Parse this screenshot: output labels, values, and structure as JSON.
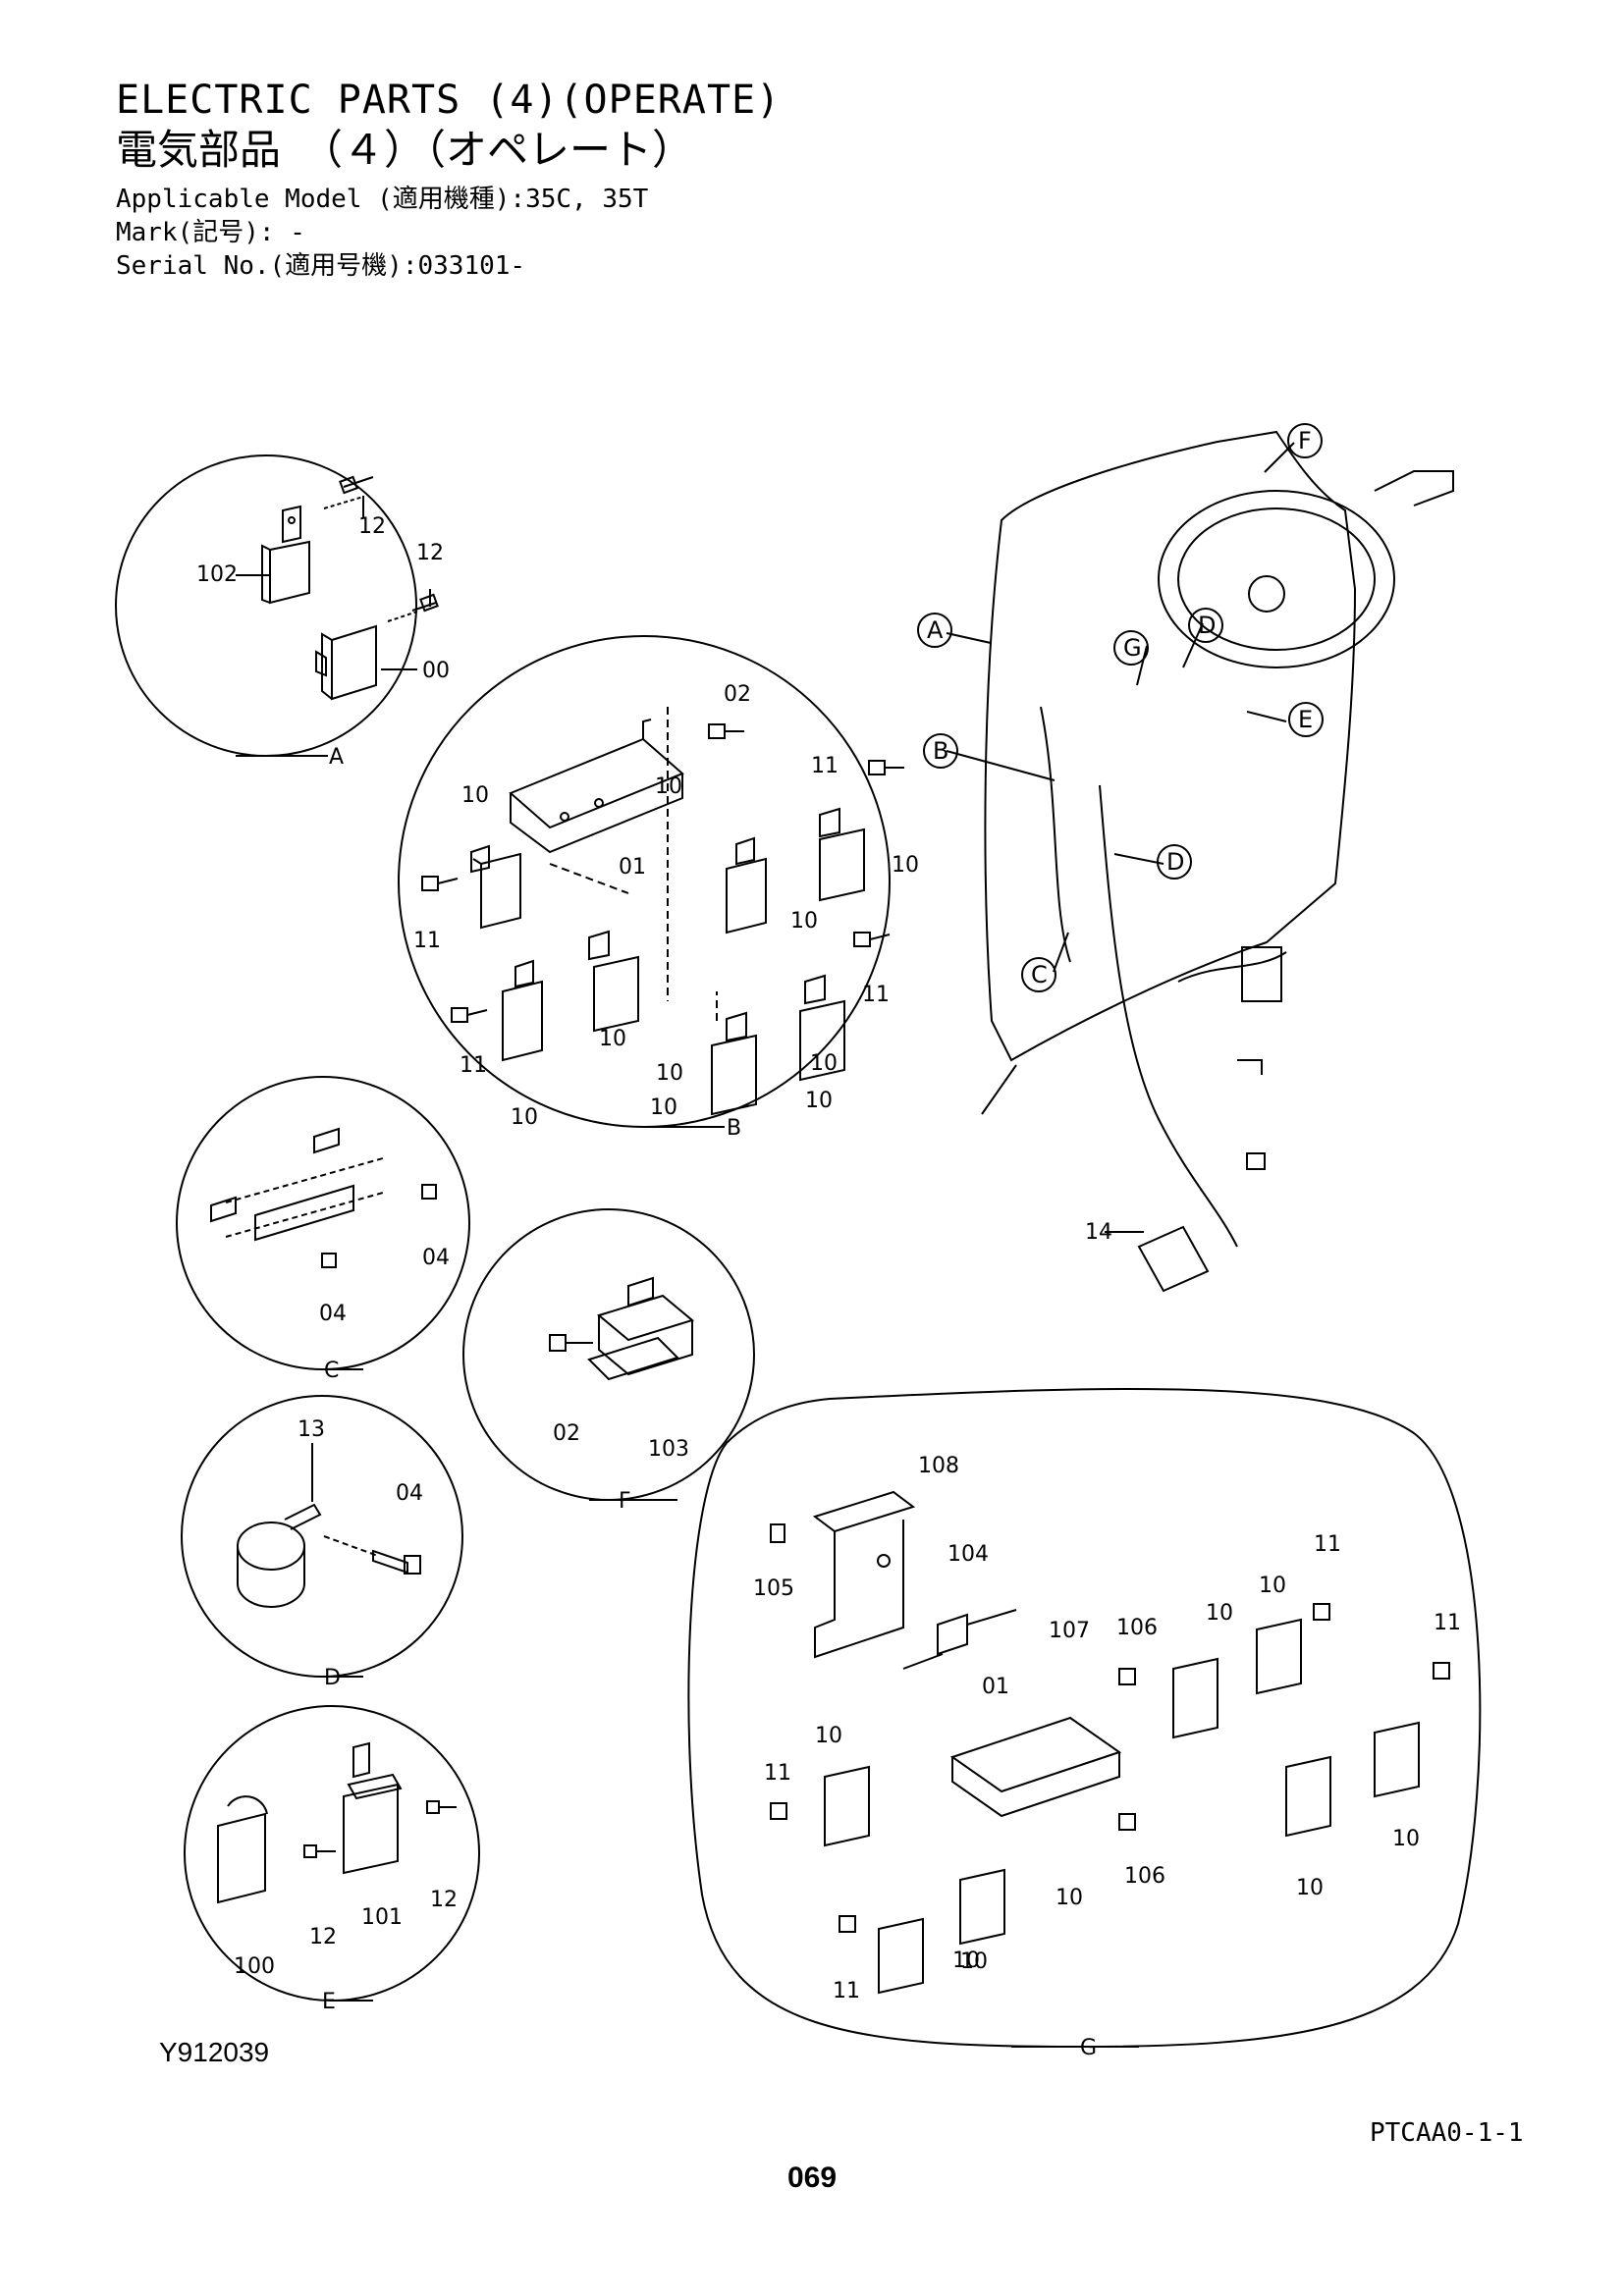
{
  "header": {
    "title_en": "ELECTRIC PARTS (4)(OPERATE)",
    "title_jp": "電気部品　（４）（オペレート）",
    "applicable_model": "Applicable Model (適用機種):35C, 35T",
    "mark": "Mark(記号): -",
    "serial_no": "Serial No.(適用号機):033101-"
  },
  "callouts": {
    "A": "A",
    "B": "B",
    "C": "C",
    "D": "D",
    "D2": "D",
    "E": "E",
    "F": "F",
    "G": "G"
  },
  "parts": {
    "main_harness": "14",
    "detail_A": [
      "12",
      "102",
      "12",
      "00",
      "A"
    ],
    "detail_B": [
      "02",
      "11",
      "10",
      "10",
      "01",
      "11",
      "10",
      "10",
      "10",
      "11",
      "11",
      "10",
      "10",
      "10",
      "10",
      "10",
      "B"
    ],
    "detail_C": [
      "04",
      "04",
      "C"
    ],
    "detail_D": [
      "13",
      "04",
      "D"
    ],
    "detail_E": [
      "100",
      "12",
      "101",
      "12",
      "E"
    ],
    "detail_F": [
      "02",
      "103",
      "F"
    ],
    "detail_G": [
      "108",
      "104",
      "105",
      "107",
      "106",
      "01",
      "10",
      "10",
      "11",
      "11",
      "10",
      "11",
      "10",
      "106",
      "10",
      "10",
      "10",
      "10",
      "11",
      "G"
    ]
  },
  "footer": {
    "drawing_id": "Y912039",
    "code": "PTCAA0-1-1",
    "page": "069"
  }
}
